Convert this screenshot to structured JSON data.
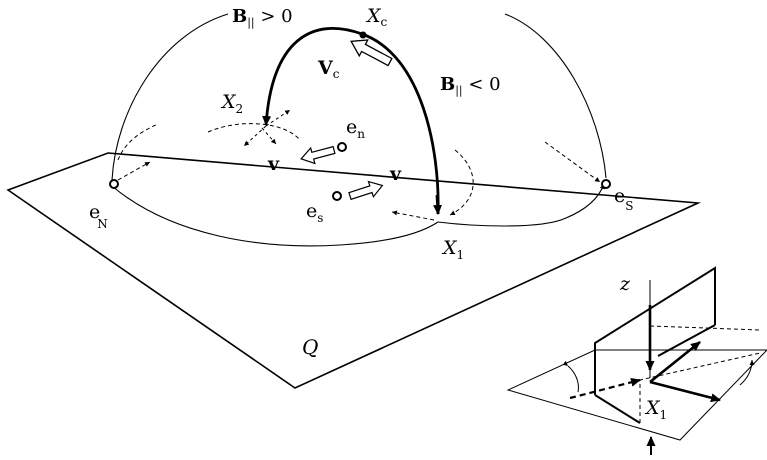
{
  "labels": {
    "B_pos": "B",
    "B_pos_sub": "||",
    "B_pos_rel": " > 0",
    "B_neg": "B",
    "B_neg_sub": "||",
    "B_neg_rel": " < 0",
    "Xc": "X",
    "Xc_sub": "c",
    "Vc": "V",
    "Vc_sub": "c",
    "X2": "X",
    "X2_sub": "2",
    "en": "e",
    "en_sub": "n",
    "es": "e",
    "es_sub": "s",
    "eN": "e",
    "eN_sub": "N",
    "eS": "e",
    "eS_sub": "S",
    "v_left": "v",
    "v_right": "v",
    "X1": "X",
    "X1_sub": "1",
    "Q": "Q",
    "z": "z",
    "inset_X1": "X",
    "inset_X1_sub": "1"
  }
}
